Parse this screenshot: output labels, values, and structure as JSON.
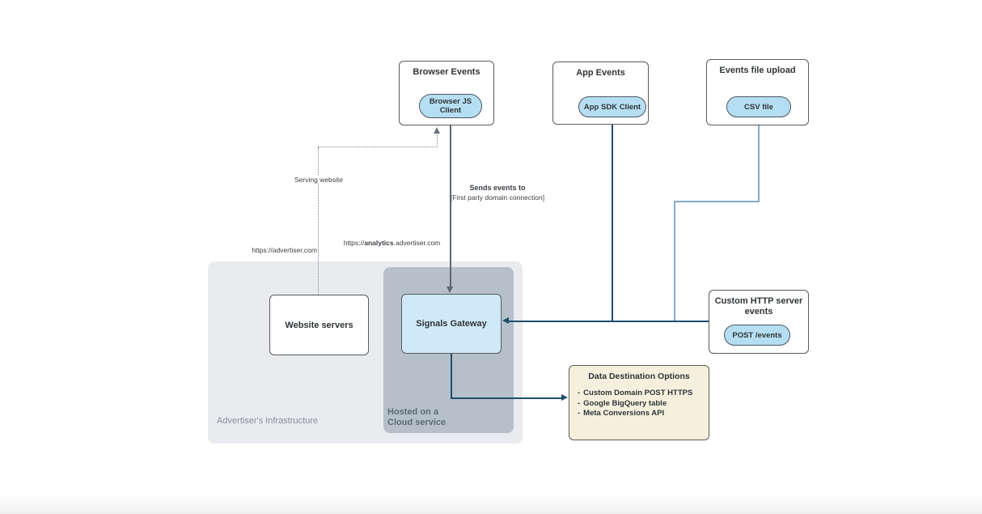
{
  "nodes": {
    "browser_events": {
      "title": "Browser Events",
      "client": "Browser JS Client"
    },
    "app_events": {
      "title": "App Events",
      "client": "App SDK Client"
    },
    "events_file_upload": {
      "title": "Events file upload",
      "client": "CSV file"
    },
    "custom_http": {
      "title": "Custom HTTP server events",
      "client": "POST /events"
    },
    "website_servers": {
      "title": "Website servers"
    },
    "signals_gateway": {
      "title": "Signals Gateway"
    }
  },
  "containers": {
    "advertiser_infrastructure": {
      "label": "Advertiser's Infrastructure"
    },
    "cloud_service": {
      "line1": "Hosted on a",
      "line2": "Cloud service"
    }
  },
  "labels": {
    "serving_website": "Serving website",
    "advertiser_url": "https://advertiser.com",
    "analytics_url_prefix": "https://",
    "analytics_url_bold": "analytics",
    "analytics_url_suffix": ".advertiser.com",
    "sends_events_line1": "Sends events to",
    "sends_events_line2": "[First party domain connection]"
  },
  "destinations": {
    "title": "Data Destination Options",
    "bullet": "-",
    "items": [
      "Custom Domain POST HTTPS",
      "Google BigQuery table",
      "Meta Conversions API"
    ]
  },
  "colors": {
    "pill_fill": "#b5def2",
    "gateway_fill": "#cfe9f8",
    "destination_fill": "#f5f0dd",
    "outer_container": "#e9ebee",
    "inner_container": "#b6c0ca",
    "line_dark_blue": "#1f4e6d",
    "line_light_blue": "#85abc8",
    "line_gray": "#5f676e"
  }
}
